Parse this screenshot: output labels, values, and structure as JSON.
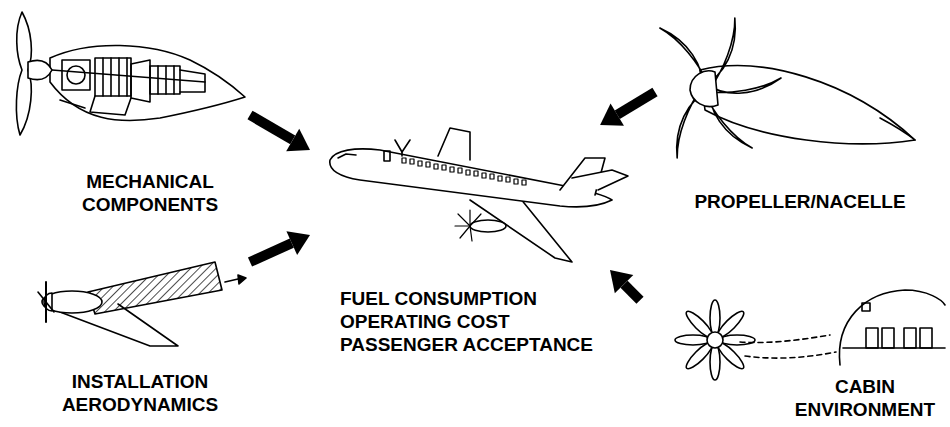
{
  "diagram": {
    "nodes": [
      {
        "text": [
          "MECHANICAL COMPONENTS"
        ]
      },
      {
        "text": [
          "PROPELLER/NACELLE"
        ]
      },
      {
        "text": [
          "FUEL CONSUMPTION OPERATING COST PASSENGER ACCEPTANCE"
        ]
      },
      {
        "text": [
          "INSTALLATION AERODYNAMICS"
        ]
      },
      {
        "text": [
          "CABIN ENVIRONMENT"
        ]
      }
    ],
    "edges": [
      {
        "from": 0,
        "to": 2,
        "arrow": "to"
      },
      {
        "from": 1,
        "to": 2,
        "arrow": "to"
      },
      {
        "from": 3,
        "to": 2,
        "arrow": "to"
      },
      {
        "from": 4,
        "to": 2,
        "arrow": "to"
      }
    ]
  }
}
